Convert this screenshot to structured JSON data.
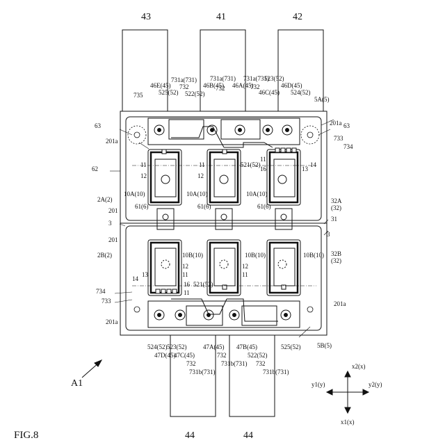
{
  "figure": {
    "title": "FIG.8",
    "assembly": "A1"
  },
  "terminals": {
    "top": [
      "43",
      "41",
      "42"
    ],
    "bottom": [
      "44",
      "44"
    ]
  },
  "axes": {
    "x1": "x1(x)",
    "x2": "x2(x)",
    "y1": "y1(y)",
    "y2": "y2(y)"
  },
  "upper_half": {
    "label_46e": "46E(45)",
    "label_525": "525(52)",
    "label_731a_1": "731a(731)",
    "label_732_1": "732",
    "label_522": "522(52)",
    "label_46b": "46B(45)",
    "label_731a_2": "731a(731)",
    "label_732_2": "732",
    "label_46a": "46A(45)",
    "label_731a_3": "731a(731)",
    "label_732_3": "732",
    "label_46c": "46C(45)",
    "label_523": "523(52)",
    "label_46d": "46D(45)",
    "label_524": "524(52)",
    "label_5a": "5A(5)",
    "label_735": "735",
    "label_201a_l": "201a",
    "label_201a_r": "201a",
    "label_63_l": "63",
    "label_63_r": "63",
    "label_733": "733",
    "label_734": "734",
    "label_62": "62",
    "label_2a": "2A(2)",
    "label_201": "201",
    "label_3": "3",
    "label_10a_1": "10A(10)",
    "label_10a_2": "10A(10)",
    "label_10a_3": "10A(10)",
    "label_61_1": "61(6)",
    "label_61_2": "61(6)",
    "label_61_3": "61(6)",
    "label_11_1": "11",
    "label_12_1": "12",
    "label_11_2": "11",
    "label_12_2": "12",
    "label_521": "521(52)",
    "label_16": "16",
    "label_11_3": "11",
    "label_13": "13",
    "label_14": "14",
    "label_32a": "32A",
    "label_32a_p": "(32)",
    "label_31": "31"
  },
  "lower_half": {
    "label_3": "3",
    "label_2b": "2B(2)",
    "label_201": "201",
    "label_10b_1": "10B(10)",
    "label_10b_2": "10B(10)",
    "label_10b_3": "10B(10)",
    "label_11_1": "11",
    "label_12_1": "12",
    "label_11_2": "11",
    "label_12_2": "12",
    "label_16": "16",
    "label_11_3": "11",
    "label_521": "521(52)",
    "label_14": "14",
    "label_13": "13",
    "label_734": "734",
    "label_733": "733",
    "label_32b": "32B",
    "label_32b_p": "(32)",
    "label_201a_l": "201a",
    "label_201a_r": "201a",
    "label_5b": "5B(5)",
    "label_524": "524(52)",
    "label_47d": "47D(45)",
    "label_523": "523(52)",
    "label_47c": "47C(45)",
    "label_732_1": "732",
    "label_731b_1": "731b(731)",
    "label_47a": "47A(45)",
    "label_732_2": "732",
    "label_731b_2": "731b(731)",
    "label_47b": "47B(45)",
    "label_522": "522(52)",
    "label_732_3": "732",
    "label_731b_3": "731b(731)",
    "label_525": "525(52)"
  }
}
